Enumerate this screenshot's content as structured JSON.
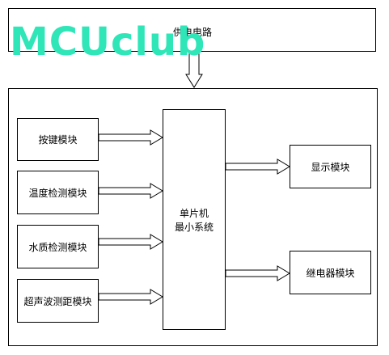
{
  "power": {
    "label": "供电电路"
  },
  "mcu": {
    "line1": "单片机",
    "line2": "最小系统"
  },
  "inputs": [
    {
      "label": "按键模块"
    },
    {
      "label": "温度检测模块"
    },
    {
      "label": "水质检测模块"
    },
    {
      "label": "超声波测距模块"
    }
  ],
  "outputs": [
    {
      "label": "显示模块"
    },
    {
      "label": "继电器模块"
    }
  ],
  "watermark": {
    "text": "MCUclub"
  }
}
